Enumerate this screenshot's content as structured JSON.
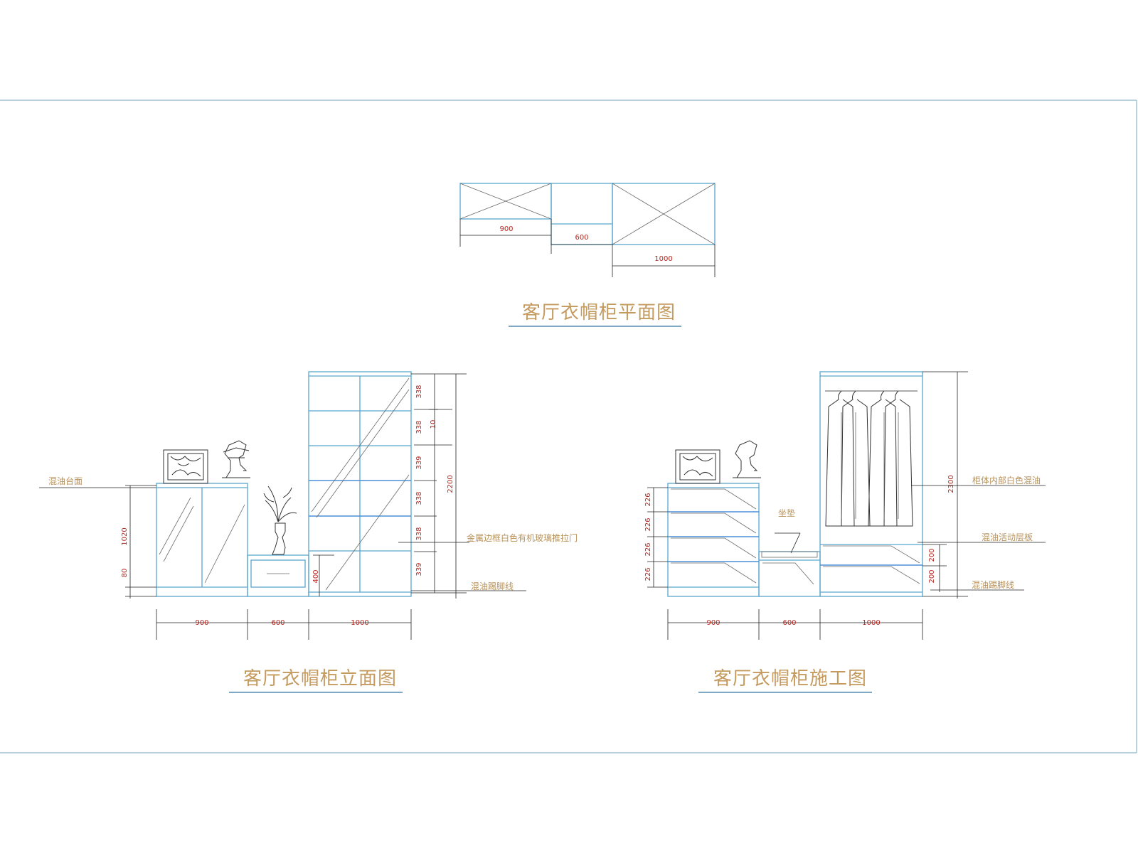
{
  "titles": {
    "plan": "客厅衣帽柜平面图",
    "elevation": "客厅衣帽柜立面图",
    "construction": "客厅衣帽柜施工图"
  },
  "dims": {
    "w900": "900",
    "w600": "600",
    "w1000": "1000",
    "h1020": "1020",
    "h80": "80",
    "h400": "400",
    "h2200": "2200",
    "h2300": "2300",
    "s338": "338",
    "s339": "339",
    "s10": "10",
    "s226": "226",
    "s200": "200"
  },
  "labels": {
    "countertop": "混油台面",
    "sliding_door": "金属边框白色有机玻璃推拉门",
    "skirting": "混油踢脚线",
    "interior": "柜体内部白色混油",
    "shelf": "混油活动层板",
    "cushion": "坐垫"
  },
  "colors": {
    "cabinet": "#5aa6cc",
    "dimension_text": "#b3261e",
    "note_text": "#b8925a",
    "title_text": "#c49a5e"
  }
}
